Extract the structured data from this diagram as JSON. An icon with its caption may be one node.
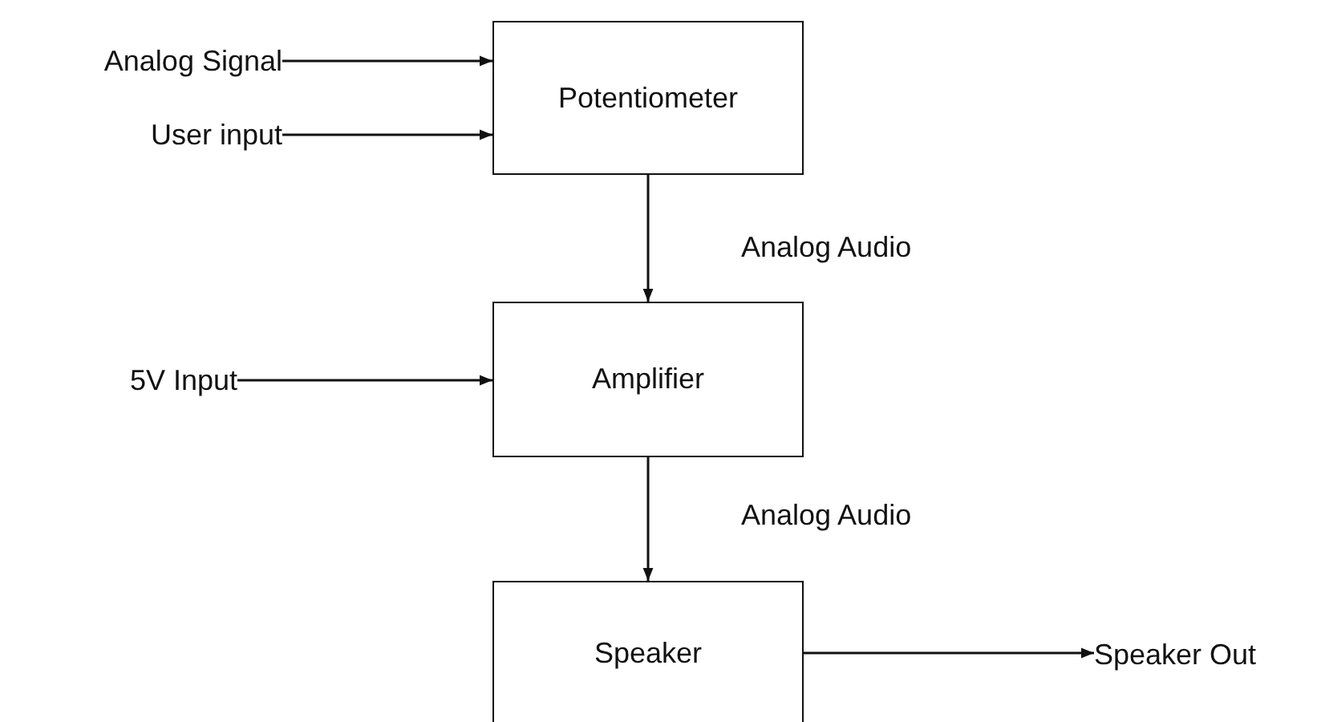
{
  "diagram": {
    "nodes": [
      {
        "text": [
          "Analog Signal"
        ]
      },
      {
        "text": [
          "User input"
        ]
      },
      {
        "text": [
          "Potentiometer"
        ]
      },
      {
        "text": [
          "5V Input"
        ]
      },
      {
        "text": [
          "Amplifier"
        ]
      },
      {
        "text": [
          "Speaker"
        ]
      },
      {
        "text": [
          "Speaker Out"
        ]
      }
    ],
    "edges": [
      {
        "from": 0,
        "to": 2,
        "arrow": "to"
      },
      {
        "from": 1,
        "to": 2,
        "arrow": "to"
      },
      {
        "from": 2,
        "to": 4,
        "arrow": "to",
        "label": "Analog Audio"
      },
      {
        "from": 3,
        "to": 4,
        "arrow": "to"
      },
      {
        "from": 4,
        "to": 5,
        "arrow": "to",
        "label": "Analog Audio"
      },
      {
        "from": 5,
        "to": 6,
        "arrow": "to"
      }
    ]
  }
}
